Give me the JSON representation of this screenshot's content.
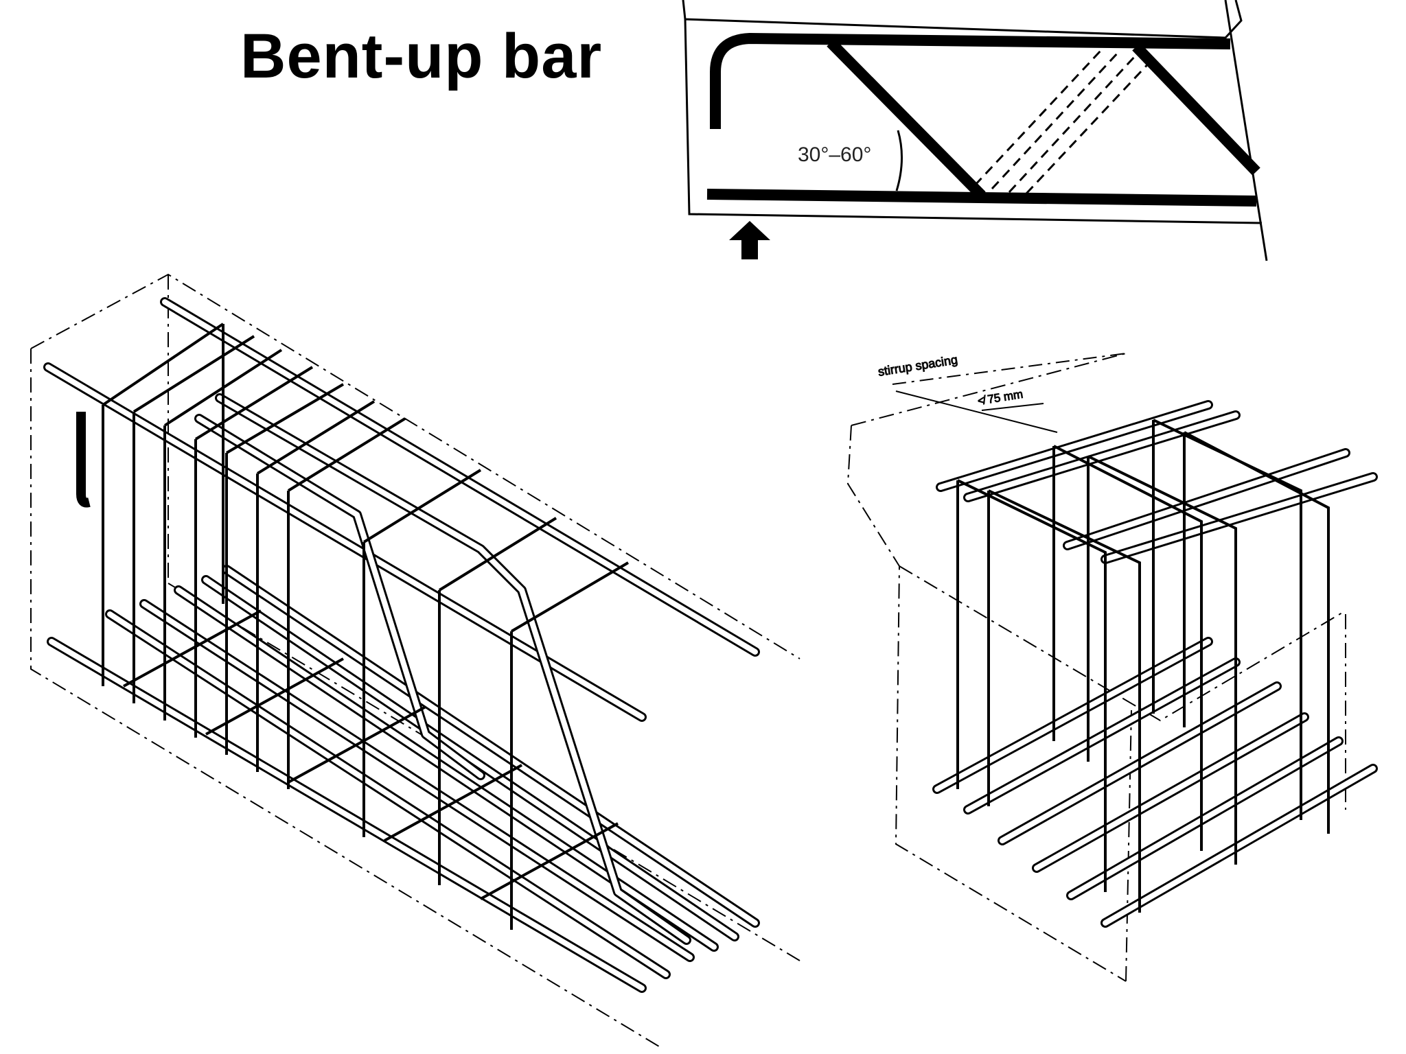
{
  "title": "Bent-up bar",
  "detail": {
    "angle_label": "30°–60°"
  },
  "cage_right": {
    "stirrup_spacing_label": "stirrup spacing",
    "max_spacing_label": "≮ 75 mm"
  }
}
